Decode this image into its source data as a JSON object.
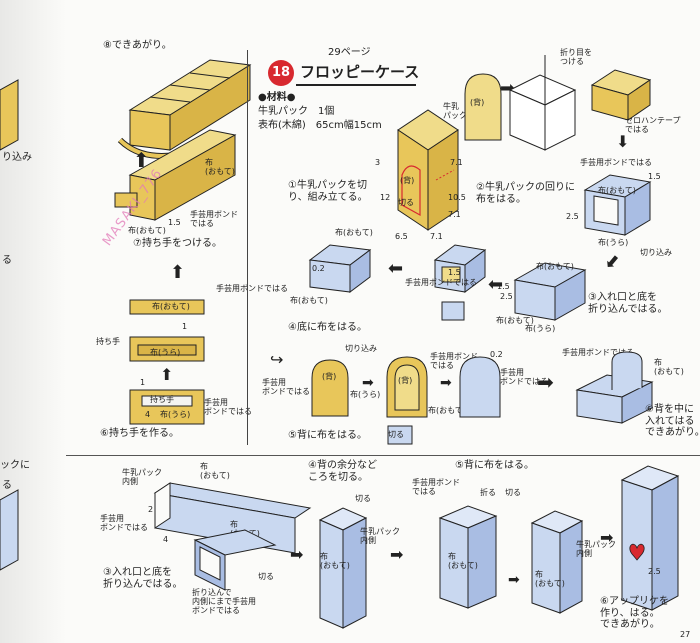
{
  "colors": {
    "kraft": "#e8c65a",
    "kraft_dark": "#c9a23a",
    "fabric": "#c9d8f0",
    "fabric_dark": "#7f97c9",
    "badge": "#d8292f",
    "watermark": "#e27ab8"
  },
  "watermark": "MASAKI_776",
  "page_number": "27",
  "left_column": {
    "step8": "⑧できあがり。",
    "step7": "⑦持ち手をつける。",
    "step6": "⑥持ち手を作る。",
    "labels": {
      "fabric_omote": "布\n(おもて)",
      "fabric_omote_2": "布(おもて)",
      "glue": "手芸用ボンド\nではる",
      "glue2": "手芸用ボンドではる",
      "glue3": "手芸用\nボンドではる",
      "dim_15": "1.5",
      "dim_1": "1",
      "dim_4": "4",
      "handle": "持ち手",
      "handle2": "持ち手",
      "fabric_ura": "布(うら)",
      "fabric_ura_2": "布(うら)",
      "fabric_omote_3": "布(おもて)",
      "fabric_omote_4": "布(おもて)"
    }
  },
  "edge_left": {
    "fold_in": "り込み",
    "ha": "る",
    "kku": "ックに",
    "ru": "る"
  },
  "project": {
    "number": "18",
    "page_ref": "29ページ",
    "title": "フロッピーケース",
    "materials_title": "●材料●",
    "materials": [
      "牛乳パック　1個",
      "表布(木綿)　65cm幅15cm"
    ]
  },
  "steps": {
    "s1": "①牛乳パックを切\nり、組み立てる。",
    "s2": "②牛乳パックの回りに\n布をはる。",
    "s3": "③入れ口と底を\n折り込んではる。",
    "s4": "④底に布をはる。",
    "s5": "⑤背に布をはる。",
    "s6": "⑥背を中に\n入れてはる\nできあがり。"
  },
  "top_labels": {
    "back": "(背)",
    "milk_pack": "牛乳\nパック",
    "cut": "切る",
    "back2": "(背)",
    "fold_line": "折り目を\nつける",
    "tape": "セロハンテープ\nではる",
    "glue_a": "手芸用ボンドではる",
    "dims": [
      "3",
      "7.1",
      "12",
      "10.5",
      "7.1",
      "6.5",
      "7.1"
    ],
    "dim_15a": "1.5",
    "dim_25a": "2.5",
    "fabric_ura": "布(うら)",
    "cut_in": "切り込み",
    "fabric_omote": "布(おもて)",
    "fabric_omote2": "布(おもて)",
    "dim_15b": "1.5",
    "dim_25b": "2.5",
    "fabric_ura2": "布(うら)",
    "fabric_omote3": "布(おもて)",
    "glue_b": "手芸用ボンドではる",
    "dim_02": "0.2",
    "fabric_omote4": "布(おもて)",
    "dim_15c": "1.5",
    "back3": "(背)",
    "glue_c": "手芸用ボンド\nではる",
    "cut_in2": "切り込み",
    "glue_d": "手芸用\nボンドではる",
    "back4": "(背)",
    "fabric_ura3": "布(うら)",
    "glue_e": "手芸用ボンド\nではる",
    "fabric_omote5": "布(おもて)",
    "cut2": "切る",
    "dim_02b": "0.2",
    "glue_f": "手芸用\nボンドではる",
    "fabric_omote6": "布\n(おもて)",
    "glue_g": "手芸用ボンドではる",
    "fabric_omote7": "布\n(おもて)"
  },
  "bottom": {
    "step3": "③入れ口と底を\n折り込んではる。",
    "step4": "④背の余分など\nころを切る。",
    "step5": "⑤背に布をはる。",
    "step6": "⑥アップリケを\n作り、はる。\nできあがり。",
    "labels": {
      "milk_inner": "牛乳パック\n内側",
      "fabric_omote": "布\n(おもて)",
      "glue": "手芸用\nボンドではる",
      "dim_2": "2",
      "dim_4": "4",
      "fabric_omote2": "布\n(おもて)",
      "fold_note": "折り込んで\n内側にまで手芸用\nボンドではる",
      "cut": "切る",
      "cut2": "切る",
      "milk_inner2": "牛乳パック\n内側",
      "fabric_omote3": "布\n(おもて)",
      "glue2": "手芸用ボンド\nではる",
      "fold": "折る",
      "fold_cut": "切る",
      "milk_inner3": "牛乳パック\n内側",
      "fabric_omote4": "布\n(おもて)",
      "fabric_omote5": "布\n(おもて)",
      "dim_25": "2.5"
    }
  }
}
